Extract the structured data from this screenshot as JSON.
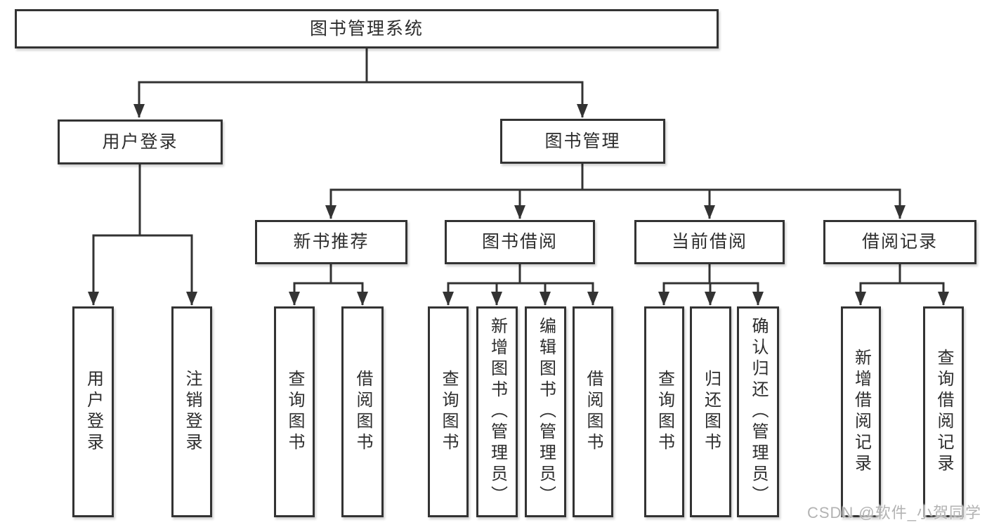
{
  "tree": {
    "root": {
      "label": "图书管理系统"
    },
    "branches": [
      {
        "label": "用户登录",
        "children": [
          {
            "label": "用户登录"
          },
          {
            "label": "注销登录"
          }
        ]
      },
      {
        "label": "图书管理",
        "children": [
          {
            "label": "新书推荐",
            "children": [
              {
                "label": "查询图书"
              },
              {
                "label": "借阅图书"
              }
            ]
          },
          {
            "label": "图书借阅",
            "children": [
              {
                "label": "查询图书"
              },
              {
                "label": "新增图书（管理员）"
              },
              {
                "label": "编辑图书（管理员）"
              },
              {
                "label": "借阅图书"
              }
            ]
          },
          {
            "label": "当前借阅",
            "children": [
              {
                "label": "查询图书"
              },
              {
                "label": "归还图书"
              },
              {
                "label": "确认归还（管理员）"
              }
            ]
          },
          {
            "label": "借阅记录",
            "children": [
              {
                "label": "新增借阅记录"
              },
              {
                "label": "查询借阅记录"
              }
            ]
          }
        ]
      }
    ]
  },
  "watermark": {
    "text": "CSDN @软件_小贺同学"
  },
  "colors": {
    "line": "#333333",
    "box_border": "#333333",
    "box_fill": "#ffffff",
    "text": "#2d2d2d",
    "watermark": "#b3b3b3"
  }
}
